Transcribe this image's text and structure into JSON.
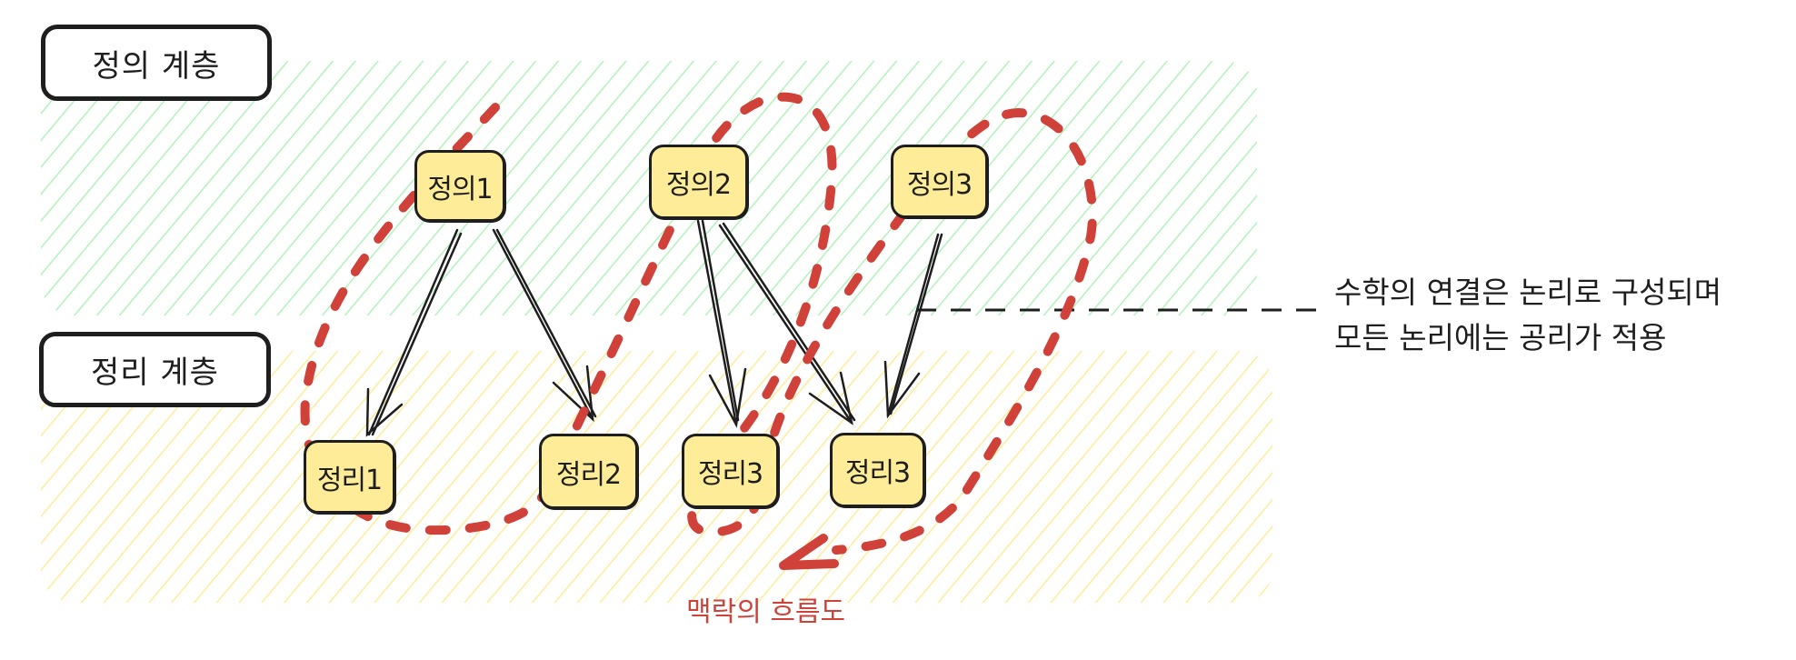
{
  "layers": {
    "definition": {
      "label": "정의 계층",
      "hatch_color": "#b2f2bb"
    },
    "theorem": {
      "label": "정리 계층",
      "hatch_color": "#ffec99"
    }
  },
  "nodes": {
    "definitions": [
      {
        "id": "def1",
        "label": "정의1"
      },
      {
        "id": "def2",
        "label": "정의2"
      },
      {
        "id": "def3",
        "label": "정의3"
      }
    ],
    "theorems": [
      {
        "id": "thm1",
        "label": "정리1"
      },
      {
        "id": "thm2",
        "label": "정리2"
      },
      {
        "id": "thm3a",
        "label": "정리3"
      },
      {
        "id": "thm3b",
        "label": "정리3"
      }
    ]
  },
  "edges": [
    {
      "from": "정의1",
      "to": "정리1"
    },
    {
      "from": "정의1",
      "to": "정리2"
    },
    {
      "from": "정의2",
      "to": "정리3"
    },
    {
      "from": "정의2",
      "to": "정리3"
    },
    {
      "from": "정의3",
      "to": "정리3"
    }
  ],
  "annotation": {
    "line1": "수학의 연결은 논리로 구성되며",
    "line2": "모든 논리에는 공리가 적용"
  },
  "flow": {
    "label": "맥락의 흐름도",
    "color": "#d0413a"
  },
  "colors": {
    "node_fill": "#ffec99",
    "stroke": "#1e1e1e"
  }
}
